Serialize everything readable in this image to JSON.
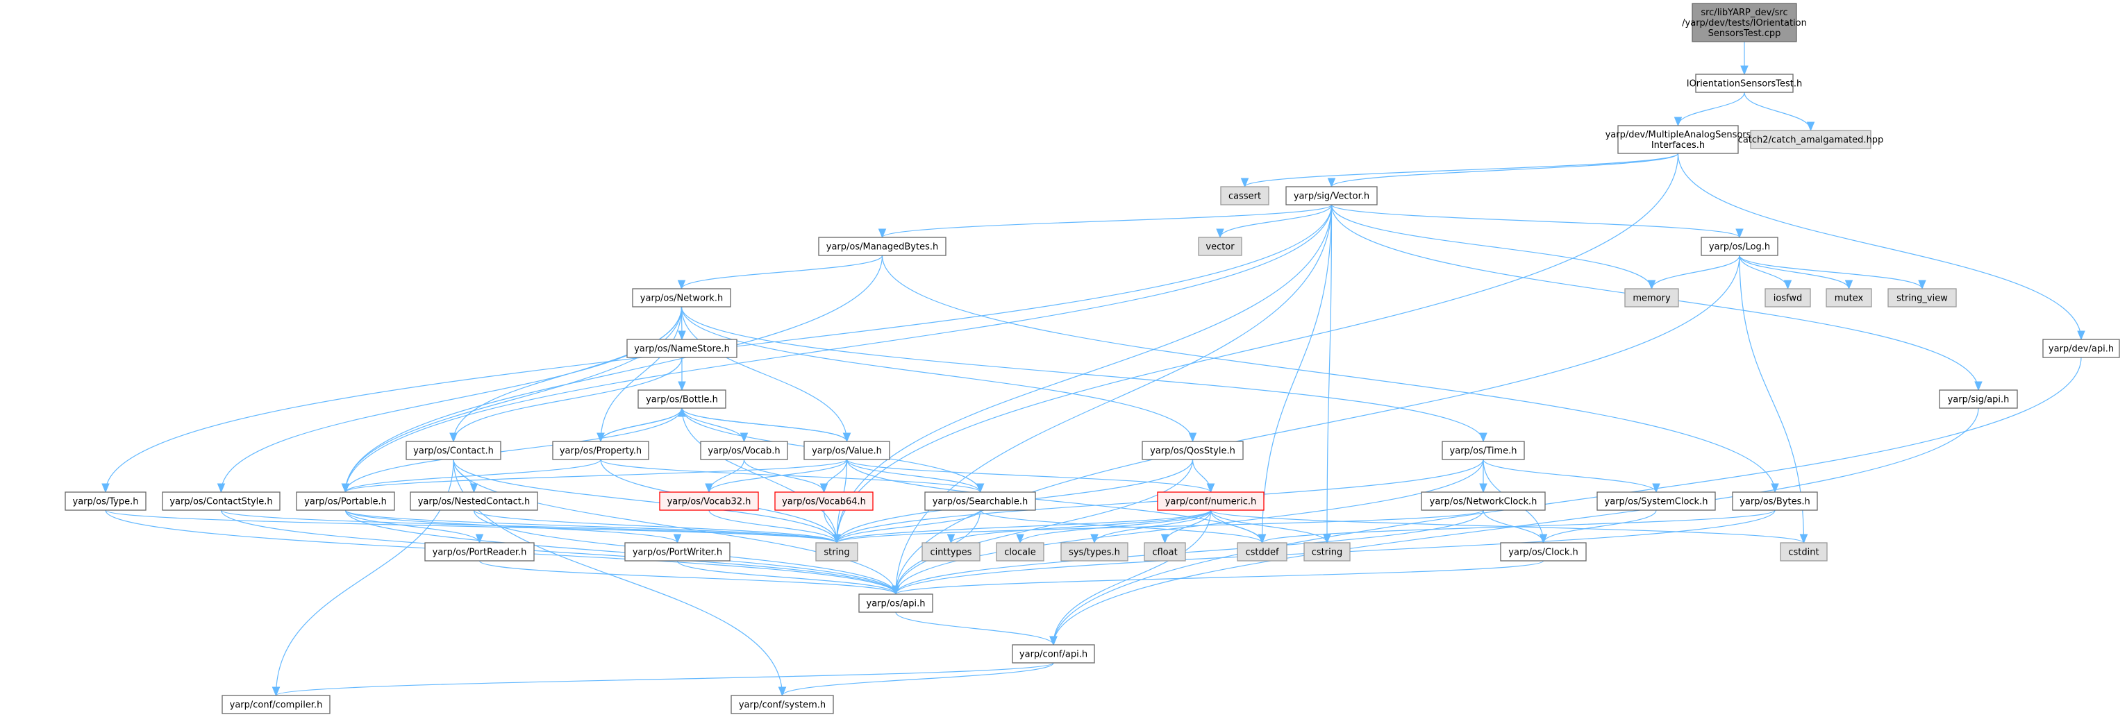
{
  "graph": {
    "title": "Include dependency graph",
    "colors": {
      "edge": "#63b8ff",
      "root_fill": "#999999",
      "external_fill": "#e0e0e0",
      "warning_border": "#ff0000"
    },
    "nodes": [
      {
        "id": "root",
        "kind": "root",
        "lines": [
          "src/libYARP_dev/src",
          "/yarp/dev/tests/IOrientation",
          "SensorsTest.cpp"
        ]
      },
      {
        "id": "iost",
        "kind": "normal",
        "lines": [
          "IOrientationSensorsTest.h"
        ]
      },
      {
        "id": "masi",
        "kind": "normal",
        "lines": [
          "yarp/dev/MultipleAnalogSensors",
          "Interfaces.h"
        ]
      },
      {
        "id": "catch2",
        "kind": "ext",
        "lines": [
          "catch2/catch_amalgamated.hpp"
        ]
      },
      {
        "id": "cassert",
        "kind": "ext",
        "lines": [
          "cassert"
        ]
      },
      {
        "id": "vectorh",
        "kind": "normal",
        "lines": [
          "yarp/sig/Vector.h"
        ]
      },
      {
        "id": "devapi",
        "kind": "normal",
        "lines": [
          "yarp/dev/api.h"
        ]
      },
      {
        "id": "vector",
        "kind": "ext",
        "lines": [
          "vector"
        ]
      },
      {
        "id": "managed",
        "kind": "normal",
        "lines": [
          "yarp/os/ManagedBytes.h"
        ]
      },
      {
        "id": "log",
        "kind": "normal",
        "lines": [
          "yarp/os/Log.h"
        ]
      },
      {
        "id": "memory",
        "kind": "ext",
        "lines": [
          "memory"
        ]
      },
      {
        "id": "iosfwd",
        "kind": "ext",
        "lines": [
          "iosfwd"
        ]
      },
      {
        "id": "mutex",
        "kind": "ext",
        "lines": [
          "mutex"
        ]
      },
      {
        "id": "string_view",
        "kind": "ext",
        "lines": [
          "string_view"
        ]
      },
      {
        "id": "network",
        "kind": "normal",
        "lines": [
          "yarp/os/Network.h"
        ]
      },
      {
        "id": "sigapi",
        "kind": "normal",
        "lines": [
          "yarp/sig/api.h"
        ]
      },
      {
        "id": "namestore",
        "kind": "normal",
        "lines": [
          "yarp/os/NameStore.h"
        ]
      },
      {
        "id": "bottle",
        "kind": "normal",
        "lines": [
          "yarp/os/Bottle.h"
        ]
      },
      {
        "id": "contact",
        "kind": "normal",
        "lines": [
          "yarp/os/Contact.h"
        ]
      },
      {
        "id": "property",
        "kind": "normal",
        "lines": [
          "yarp/os/Property.h"
        ]
      },
      {
        "id": "vocab",
        "kind": "normal",
        "lines": [
          "yarp/os/Vocab.h"
        ]
      },
      {
        "id": "value",
        "kind": "normal",
        "lines": [
          "yarp/os/Value.h"
        ]
      },
      {
        "id": "qos",
        "kind": "normal",
        "lines": [
          "yarp/os/QosStyle.h"
        ]
      },
      {
        "id": "time",
        "kind": "normal",
        "lines": [
          "yarp/os/Time.h"
        ]
      },
      {
        "id": "type",
        "kind": "normal",
        "lines": [
          "yarp/os/Type.h"
        ]
      },
      {
        "id": "contactstyle",
        "kind": "normal",
        "lines": [
          "yarp/os/ContactStyle.h"
        ]
      },
      {
        "id": "portable",
        "kind": "normal",
        "lines": [
          "yarp/os/Portable.h"
        ]
      },
      {
        "id": "nested",
        "kind": "normal",
        "lines": [
          "yarp/os/NestedContact.h"
        ]
      },
      {
        "id": "vocab32",
        "kind": "warn",
        "lines": [
          "yarp/os/Vocab32.h"
        ]
      },
      {
        "id": "vocab64",
        "kind": "warn",
        "lines": [
          "yarp/os/Vocab64.h"
        ]
      },
      {
        "id": "searchable",
        "kind": "normal",
        "lines": [
          "yarp/os/Searchable.h"
        ]
      },
      {
        "id": "numeric",
        "kind": "warn",
        "lines": [
          "yarp/conf/numeric.h"
        ]
      },
      {
        "id": "netclock",
        "kind": "normal",
        "lines": [
          "yarp/os/NetworkClock.h"
        ]
      },
      {
        "id": "sysclock",
        "kind": "normal",
        "lines": [
          "yarp/os/SystemClock.h"
        ]
      },
      {
        "id": "bytes",
        "kind": "normal",
        "lines": [
          "yarp/os/Bytes.h"
        ]
      },
      {
        "id": "portreader",
        "kind": "normal",
        "lines": [
          "yarp/os/PortReader.h"
        ]
      },
      {
        "id": "portwriter",
        "kind": "normal",
        "lines": [
          "yarp/os/PortWriter.h"
        ]
      },
      {
        "id": "string",
        "kind": "ext",
        "lines": [
          "string"
        ]
      },
      {
        "id": "cinttypes",
        "kind": "ext",
        "lines": [
          "cinttypes"
        ]
      },
      {
        "id": "clocale",
        "kind": "ext",
        "lines": [
          "clocale"
        ]
      },
      {
        "id": "systypes",
        "kind": "ext",
        "lines": [
          "sys/types.h"
        ]
      },
      {
        "id": "cfloat",
        "kind": "ext",
        "lines": [
          "cfloat"
        ]
      },
      {
        "id": "cstddef",
        "kind": "ext",
        "lines": [
          "cstddef"
        ]
      },
      {
        "id": "cstring",
        "kind": "ext",
        "lines": [
          "cstring"
        ]
      },
      {
        "id": "clock",
        "kind": "normal",
        "lines": [
          "yarp/os/Clock.h"
        ]
      },
      {
        "id": "cstdint",
        "kind": "ext",
        "lines": [
          "cstdint"
        ]
      },
      {
        "id": "osapi",
        "kind": "normal",
        "lines": [
          "yarp/os/api.h"
        ]
      },
      {
        "id": "confapi",
        "kind": "normal",
        "lines": [
          "yarp/conf/api.h"
        ]
      },
      {
        "id": "compiler",
        "kind": "normal",
        "lines": [
          "yarp/conf/compiler.h"
        ]
      },
      {
        "id": "system",
        "kind": "normal",
        "lines": [
          "yarp/conf/system.h"
        ]
      }
    ],
    "edges": [
      [
        "root",
        "iost"
      ],
      [
        "iost",
        "masi"
      ],
      [
        "iost",
        "catch2"
      ],
      [
        "masi",
        "cassert"
      ],
      [
        "masi",
        "vectorh"
      ],
      [
        "masi",
        "devapi"
      ],
      [
        "masi",
        "string"
      ],
      [
        "vectorh",
        "vector"
      ],
      [
        "vectorh",
        "managed"
      ],
      [
        "vectorh",
        "log"
      ],
      [
        "vectorh",
        "memory"
      ],
      [
        "vectorh",
        "portable"
      ],
      [
        "vectorh",
        "type"
      ],
      [
        "vectorh",
        "string"
      ],
      [
        "vectorh",
        "cstddef"
      ],
      [
        "vectorh",
        "sigapi"
      ],
      [
        "vectorh",
        "osapi"
      ],
      [
        "vectorh",
        "cstring"
      ],
      [
        "log",
        "memory"
      ],
      [
        "log",
        "iosfwd"
      ],
      [
        "log",
        "mutex"
      ],
      [
        "log",
        "string_view"
      ],
      [
        "log",
        "cstdint"
      ],
      [
        "log",
        "osapi"
      ],
      [
        "managed",
        "network"
      ],
      [
        "managed",
        "portable"
      ],
      [
        "managed",
        "bytes"
      ],
      [
        "network",
        "namestore"
      ],
      [
        "network",
        "contact"
      ],
      [
        "network",
        "property"
      ],
      [
        "network",
        "portable"
      ],
      [
        "network",
        "contactstyle"
      ],
      [
        "network",
        "value"
      ],
      [
        "network",
        "qos"
      ],
      [
        "network",
        "time"
      ],
      [
        "namestore",
        "bottle"
      ],
      [
        "namestore",
        "contact"
      ],
      [
        "bottle",
        "property"
      ],
      [
        "bottle",
        "vocab"
      ],
      [
        "bottle",
        "value"
      ],
      [
        "bottle",
        "searchable"
      ],
      [
        "bottle",
        "portable"
      ],
      [
        "bottle",
        "string"
      ],
      [
        "property",
        "bottle"
      ],
      [
        "property",
        "portable"
      ],
      [
        "property",
        "searchable"
      ],
      [
        "property",
        "string"
      ],
      [
        "value",
        "bottle"
      ],
      [
        "value",
        "vocab32"
      ],
      [
        "value",
        "vocab64"
      ],
      [
        "value",
        "searchable"
      ],
      [
        "value",
        "portable"
      ],
      [
        "value",
        "string"
      ],
      [
        "value",
        "numeric"
      ],
      [
        "value",
        "cstddef"
      ],
      [
        "vocab",
        "vocab32"
      ],
      [
        "vocab",
        "vocab64"
      ],
      [
        "contact",
        "nested"
      ],
      [
        "contact",
        "string"
      ],
      [
        "contact",
        "osapi"
      ],
      [
        "contact",
        "compiler"
      ],
      [
        "contact",
        "system"
      ],
      [
        "qos",
        "numeric"
      ],
      [
        "qos",
        "string"
      ],
      [
        "qos",
        "osapi"
      ],
      [
        "time",
        "netclock"
      ],
      [
        "time",
        "sysclock"
      ],
      [
        "time",
        "clock"
      ],
      [
        "time",
        "string"
      ],
      [
        "time",
        "osapi"
      ],
      [
        "type",
        "osapi"
      ],
      [
        "type",
        "string"
      ],
      [
        "contactstyle",
        "osapi"
      ],
      [
        "contactstyle",
        "string"
      ],
      [
        "portable",
        "portreader"
      ],
      [
        "portable",
        "portwriter"
      ],
      [
        "portable",
        "osapi"
      ],
      [
        "portable",
        "string"
      ],
      [
        "nested",
        "string"
      ],
      [
        "nested",
        "osapi"
      ],
      [
        "vocab32",
        "string"
      ],
      [
        "vocab64",
        "string"
      ],
      [
        "searchable",
        "string"
      ],
      [
        "searchable",
        "osapi"
      ],
      [
        "searchable",
        "cstddef"
      ],
      [
        "numeric",
        "string"
      ],
      [
        "numeric",
        "cinttypes"
      ],
      [
        "numeric",
        "clocale"
      ],
      [
        "numeric",
        "systypes"
      ],
      [
        "numeric",
        "cfloat"
      ],
      [
        "numeric",
        "cstddef"
      ],
      [
        "numeric",
        "cstring"
      ],
      [
        "numeric",
        "cstdint"
      ],
      [
        "numeric",
        "confapi"
      ],
      [
        "netclock",
        "clock"
      ],
      [
        "netclock",
        "string"
      ],
      [
        "netclock",
        "osapi"
      ],
      [
        "sysclock",
        "clock"
      ],
      [
        "bytes",
        "cstddef"
      ],
      [
        "bytes",
        "osapi"
      ],
      [
        "portreader",
        "osapi"
      ],
      [
        "portwriter",
        "osapi"
      ],
      [
        "clock",
        "osapi"
      ],
      [
        "osapi",
        "confapi"
      ],
      [
        "confapi",
        "compiler"
      ],
      [
        "confapi",
        "system"
      ],
      [
        "sigapi",
        "confapi"
      ],
      [
        "devapi",
        "confapi"
      ]
    ]
  }
}
